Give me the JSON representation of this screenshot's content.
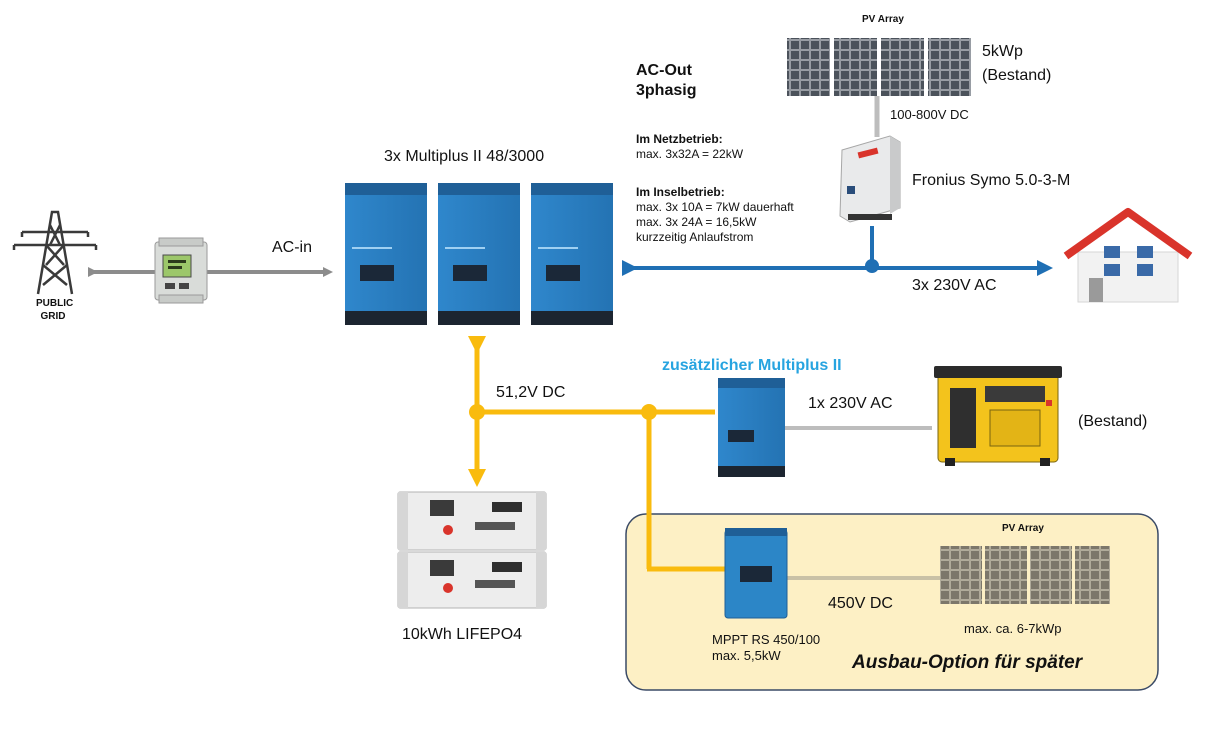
{
  "labels": {
    "public_grid_line1": "PUBLIC",
    "public_grid_line2": "GRID",
    "ac_in": "AC-in",
    "multiplus_group": "3x Multiplus II 48/3000",
    "ac_out_line1": "AC-Out",
    "ac_out_line2": "3phasig",
    "netzbetrieb_title": "Im Netzbetrieb:",
    "netzbetrieb_value": "max. 3x32A = 22kW",
    "inselbetrieb_title": "Im Inselbetrieb:",
    "inselbetrieb_line1": "max. 3x 10A = 7kW dauerhaft",
    "inselbetrieb_line2": "max. 3x 24A = 16,5kW",
    "inselbetrieb_line3": "kurzzeitig Anlaufstrom",
    "pv_array_top": "PV Array",
    "pv_power_top": "5kWp",
    "pv_bestand_top": "(Bestand)",
    "pv_voltage_top": "100-800V DC",
    "fronius": "Fronius Symo 5.0-3-M",
    "house_ac": "3x 230V AC",
    "dc_bus": "51,2V DC",
    "extra_multiplus": "zusätzlicher Multiplus II",
    "generator_ac": "1x 230V AC",
    "generator_bestand": "(Bestand)",
    "battery": "10kWh LIFEPO4",
    "pv_array_bottom": "PV Array",
    "pv_voltage_bottom": "450V DC",
    "pv_power_bottom": "max. ca. 6-7kWp",
    "mppt_line1": "MPPT RS 450/100",
    "mppt_line2": "max. 5,5kW",
    "ausbau": "Ausbau-Option für später"
  },
  "colors": {
    "ac_blue": "#1f6fb4",
    "dc_yellow": "#f9bb0e",
    "ac_grey": "#8c8c8c",
    "inverter_blue": "#2b7fc1",
    "option_bg": "#fdf0c5",
    "option_border": "#3a4a66",
    "roof_red": "#d9342b",
    "generator_yellow": "#f3c31c"
  }
}
